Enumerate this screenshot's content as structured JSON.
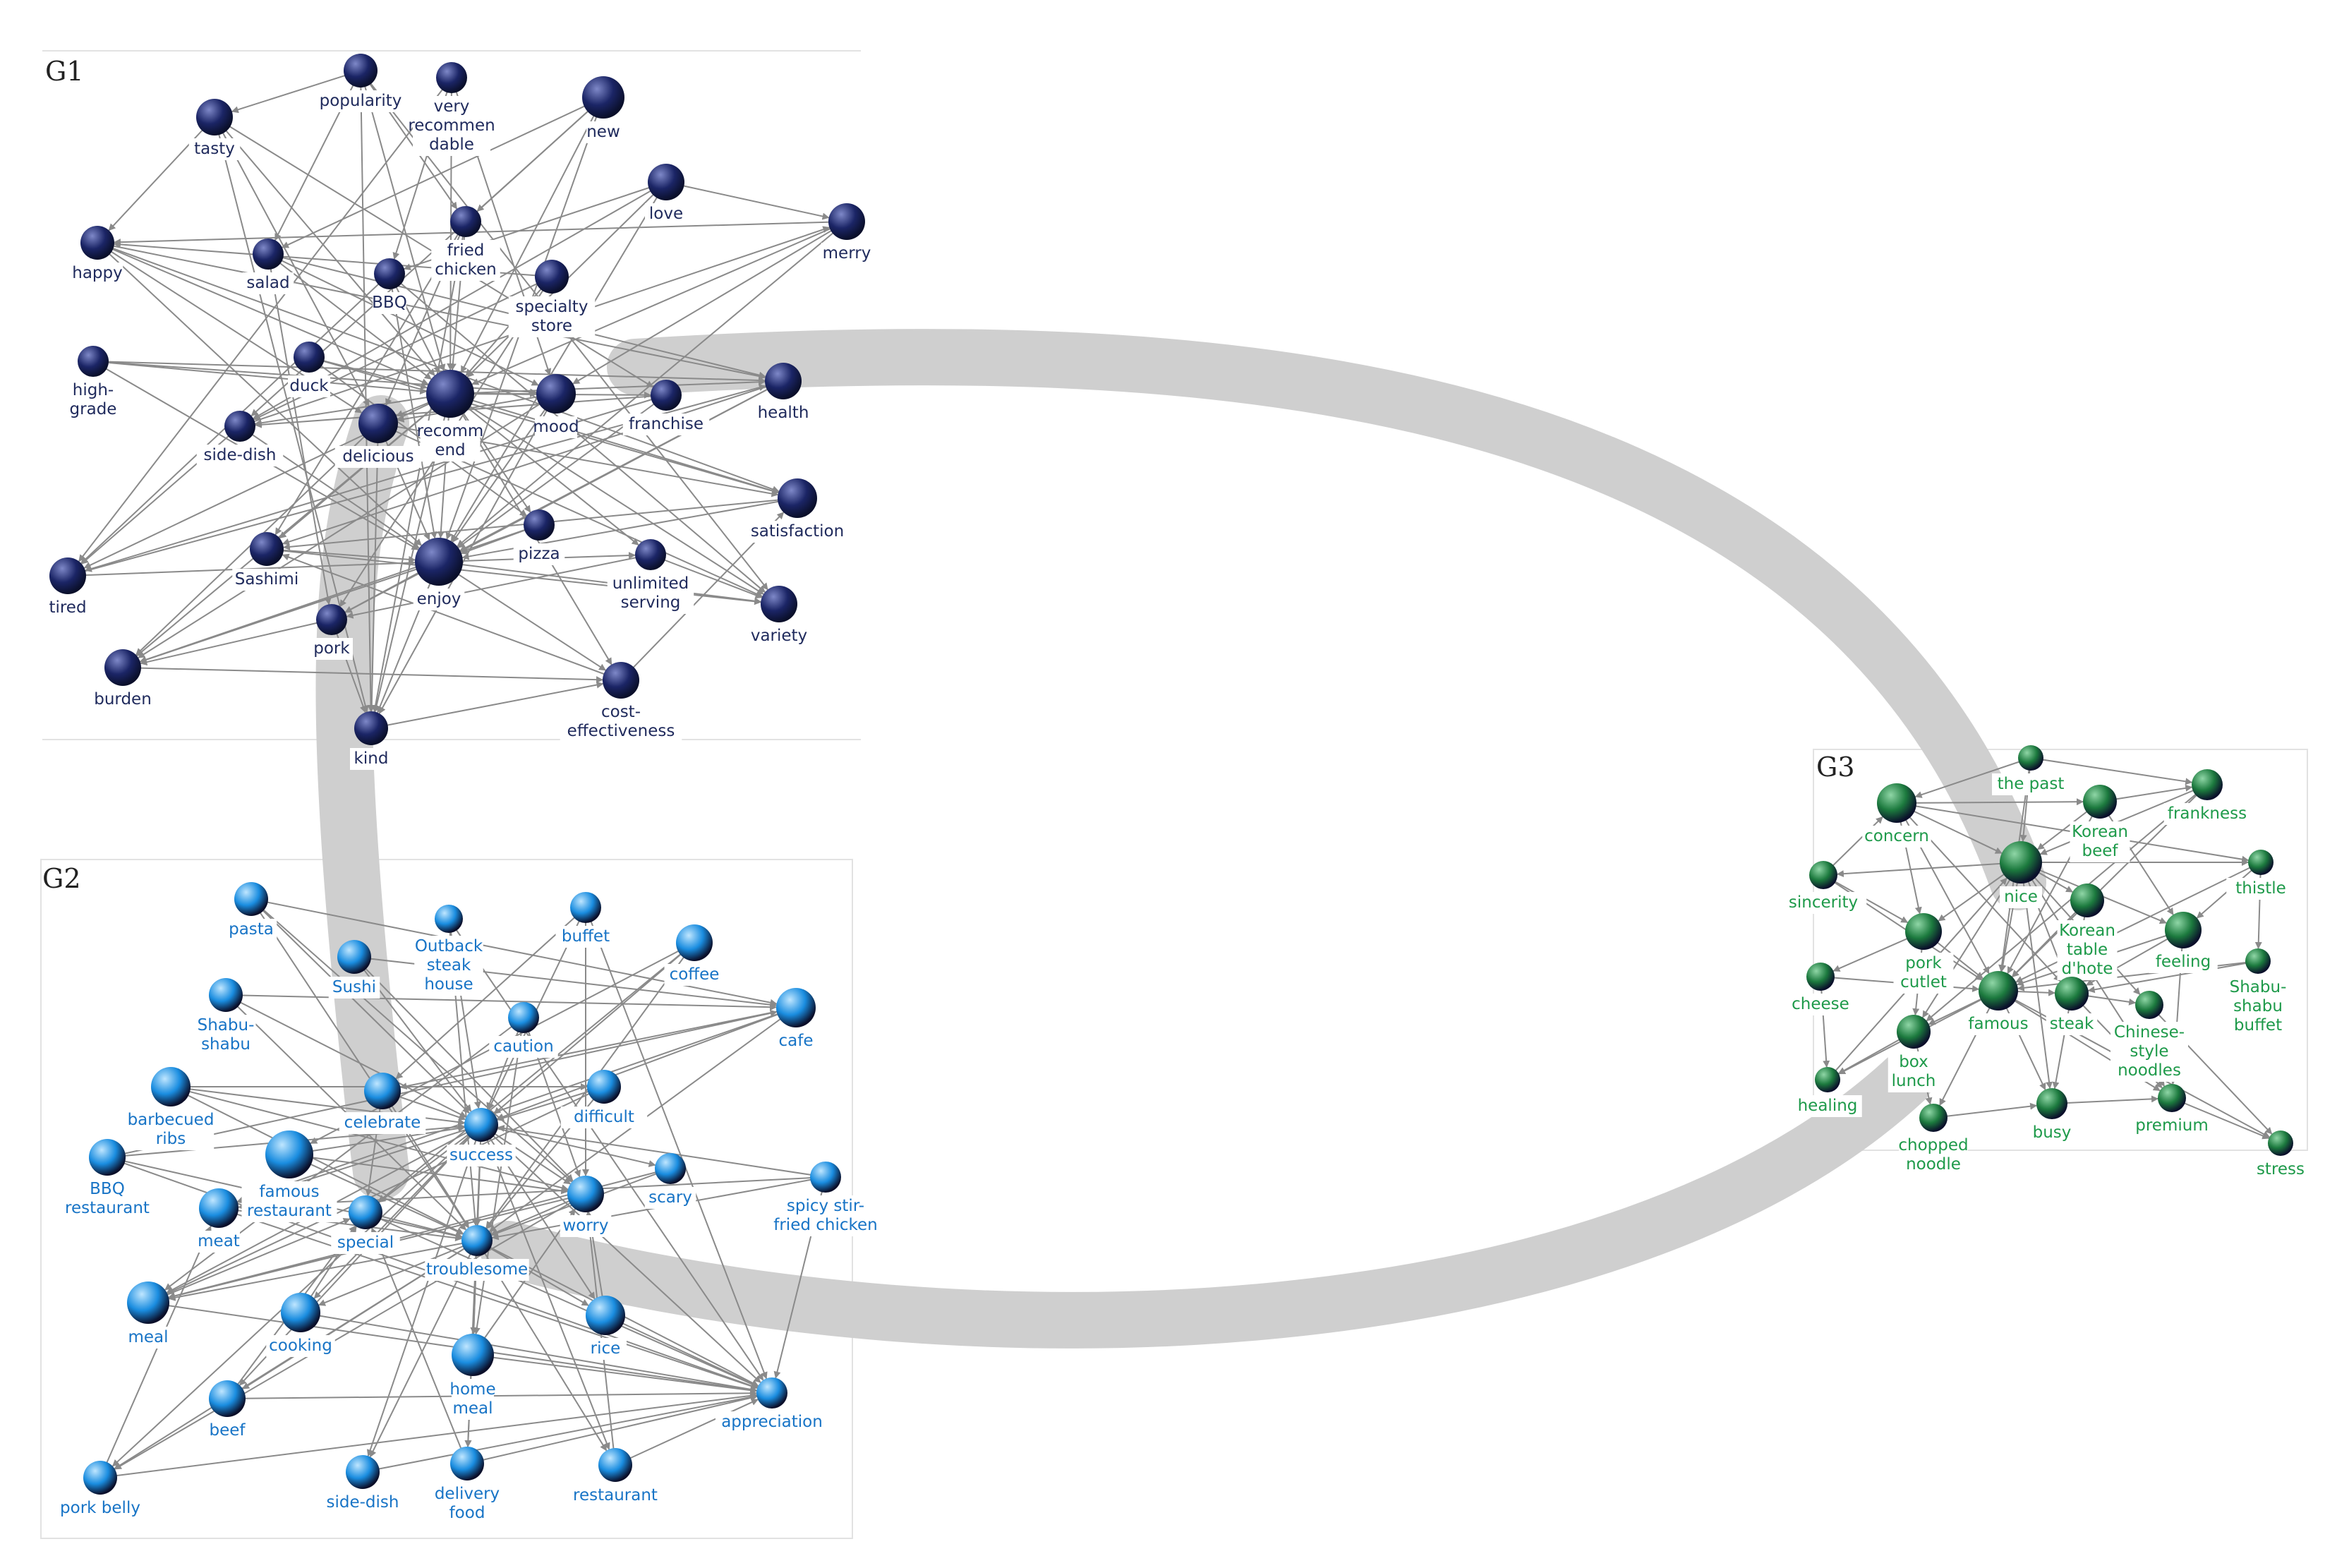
{
  "groups": [
    {
      "id": "G1",
      "title": "G1",
      "color": "#1b2566",
      "highlight": "#7e88c8",
      "nodes": [
        {
          "id": "popularity",
          "label": [
            "popularity"
          ]
        },
        {
          "id": "very-recommendable",
          "label": [
            "very",
            "recommen",
            "dable"
          ]
        },
        {
          "id": "tasty",
          "label": [
            "tasty"
          ]
        },
        {
          "id": "new",
          "label": [
            "new"
          ]
        },
        {
          "id": "love",
          "label": [
            "love"
          ]
        },
        {
          "id": "merry",
          "label": [
            "merry"
          ]
        },
        {
          "id": "happy",
          "label": [
            "happy"
          ]
        },
        {
          "id": "salad",
          "label": [
            "salad"
          ]
        },
        {
          "id": "fried-chicken",
          "label": [
            "fried",
            "chicken"
          ]
        },
        {
          "id": "bbq",
          "label": [
            "BBQ"
          ]
        },
        {
          "id": "specialty-store",
          "label": [
            "specialty",
            "store"
          ]
        },
        {
          "id": "high-grade",
          "label": [
            "high-",
            "grade"
          ]
        },
        {
          "id": "duck",
          "label": [
            "duck"
          ]
        },
        {
          "id": "recommend",
          "label": [
            "recomm",
            "end"
          ]
        },
        {
          "id": "mood",
          "label": [
            "mood"
          ]
        },
        {
          "id": "franchise",
          "label": [
            "franchise"
          ]
        },
        {
          "id": "health",
          "label": [
            "health"
          ]
        },
        {
          "id": "side-dish",
          "label": [
            "side-dish"
          ]
        },
        {
          "id": "delicious",
          "label": [
            "delicious"
          ]
        },
        {
          "id": "satisfaction",
          "label": [
            "satisfaction"
          ]
        },
        {
          "id": "pizza",
          "label": [
            "pizza"
          ]
        },
        {
          "id": "tired",
          "label": [
            "tired"
          ]
        },
        {
          "id": "sashimi",
          "label": [
            "Sashimi"
          ]
        },
        {
          "id": "enjoy",
          "label": [
            "enjoy"
          ]
        },
        {
          "id": "unlimited-serving",
          "label": [
            "unlimited",
            "serving"
          ]
        },
        {
          "id": "variety",
          "label": [
            "variety"
          ]
        },
        {
          "id": "pork",
          "label": [
            "pork"
          ]
        },
        {
          "id": "burden",
          "label": [
            "burden"
          ]
        },
        {
          "id": "cost-effectiveness",
          "label": [
            "cost-",
            "effectiveness"
          ]
        },
        {
          "id": "kind",
          "label": [
            "kind"
          ]
        }
      ]
    },
    {
      "id": "G2",
      "title": "G2",
      "color": "#1a8de0",
      "highlight": "#bfe6ff",
      "nodes": [
        {
          "id": "pasta",
          "label": [
            "pasta"
          ]
        },
        {
          "id": "outback-steak-house",
          "label": [
            "Outback",
            "steak",
            "house"
          ]
        },
        {
          "id": "buffet",
          "label": [
            "buffet"
          ]
        },
        {
          "id": "coffee",
          "label": [
            "coffee"
          ]
        },
        {
          "id": "sushi",
          "label": [
            "Sushi"
          ]
        },
        {
          "id": "shabu-shabu",
          "label": [
            "Shabu-",
            "shabu"
          ]
        },
        {
          "id": "cafe",
          "label": [
            "cafe"
          ]
        },
        {
          "id": "caution",
          "label": [
            "caution"
          ]
        },
        {
          "id": "barbecued-ribs",
          "label": [
            "barbecued",
            "ribs"
          ]
        },
        {
          "id": "celebrate",
          "label": [
            "celebrate"
          ]
        },
        {
          "id": "difficult",
          "label": [
            "difficult"
          ]
        },
        {
          "id": "bbq-restaurant",
          "label": [
            "BBQ",
            "restaurant"
          ]
        },
        {
          "id": "famous-restaurant",
          "label": [
            "famous",
            "restaurant"
          ]
        },
        {
          "id": "success",
          "label": [
            "success"
          ]
        },
        {
          "id": "scary",
          "label": [
            "scary"
          ]
        },
        {
          "id": "spicy-stir-fried-chicken",
          "label": [
            "spicy stir-",
            "fried chicken"
          ]
        },
        {
          "id": "meat",
          "label": [
            "meat"
          ]
        },
        {
          "id": "special",
          "label": [
            "special"
          ]
        },
        {
          "id": "worry",
          "label": [
            "worry"
          ]
        },
        {
          "id": "troublesome",
          "label": [
            "troublesome"
          ]
        },
        {
          "id": "meal",
          "label": [
            "meal"
          ]
        },
        {
          "id": "cooking",
          "label": [
            "cooking"
          ]
        },
        {
          "id": "home-meal",
          "label": [
            "home",
            "meal"
          ]
        },
        {
          "id": "rice",
          "label": [
            "rice"
          ]
        },
        {
          "id": "beef",
          "label": [
            "beef"
          ]
        },
        {
          "id": "appreciation",
          "label": [
            "appreciation"
          ]
        },
        {
          "id": "pork-belly",
          "label": [
            "pork belly"
          ]
        },
        {
          "id": "side-dish",
          "label": [
            "side-dish"
          ]
        },
        {
          "id": "delivery-food",
          "label": [
            "delivery",
            "food"
          ]
        },
        {
          "id": "restaurant",
          "label": [
            "restaurant"
          ]
        }
      ]
    },
    {
      "id": "G3",
      "title": "G3",
      "color": "#1c7a3e",
      "highlight": "#8fd6a6",
      "nodes": [
        {
          "id": "the-past",
          "label": [
            "the past"
          ]
        },
        {
          "id": "concern",
          "label": [
            "concern"
          ]
        },
        {
          "id": "korean-beef",
          "label": [
            "Korean",
            "beef"
          ]
        },
        {
          "id": "frankness",
          "label": [
            "frankness"
          ]
        },
        {
          "id": "nice",
          "label": [
            "nice"
          ]
        },
        {
          "id": "sincerity",
          "label": [
            "sincerity"
          ]
        },
        {
          "id": "thistle",
          "label": [
            "thistle"
          ]
        },
        {
          "id": "pork-cutlet",
          "label": [
            "pork",
            "cutlet"
          ]
        },
        {
          "id": "korean-table-dhote",
          "label": [
            "Korean",
            "table",
            "d'hote"
          ]
        },
        {
          "id": "feeling",
          "label": [
            "feeling"
          ]
        },
        {
          "id": "cheese",
          "label": [
            "cheese"
          ]
        },
        {
          "id": "shabu-shabu-buffet",
          "label": [
            "Shabu-",
            "shabu",
            "buffet"
          ]
        },
        {
          "id": "famous",
          "label": [
            "famous"
          ]
        },
        {
          "id": "steak",
          "label": [
            "steak"
          ]
        },
        {
          "id": "chinese-style-noodles",
          "label": [
            "Chinese-",
            "style",
            "noodles"
          ]
        },
        {
          "id": "box-lunch",
          "label": [
            "box",
            "lunch"
          ]
        },
        {
          "id": "healing",
          "label": [
            "healing"
          ]
        },
        {
          "id": "chopped-noodle",
          "label": [
            "chopped",
            "noodle"
          ]
        },
        {
          "id": "busy",
          "label": [
            "busy"
          ]
        },
        {
          "id": "premium",
          "label": [
            "premium"
          ]
        },
        {
          "id": "stress",
          "label": [
            "stress"
          ]
        }
      ]
    }
  ]
}
